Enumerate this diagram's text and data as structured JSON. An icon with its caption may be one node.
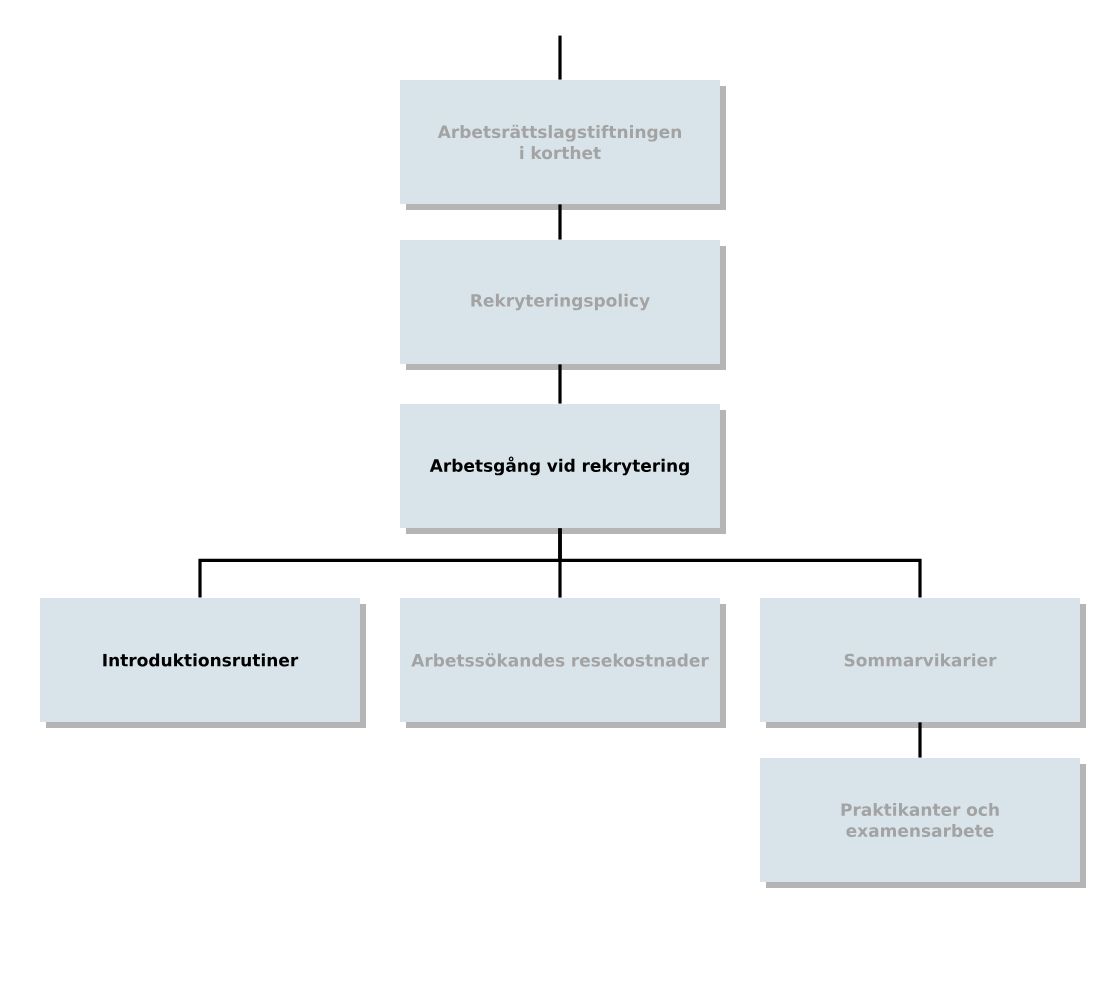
{
  "diagram": {
    "nodes": [
      {
        "text": [
          "Arbetsrättslagstiftningen i korthet"
        ]
      },
      {
        "text": [
          "Rekryteringspolicy"
        ]
      },
      {
        "text": [
          "Arbetsgång vid rekrytering"
        ]
      },
      {
        "text": [
          "Introduktionsrutiner"
        ]
      },
      {
        "text": [
          "Arbetssökandes resekostnader"
        ]
      },
      {
        "text": [
          "Sommarvikarier"
        ]
      },
      {
        "text": [
          "Praktikanter och examensarbete"
        ]
      }
    ],
    "edges": [
      {
        "from": null,
        "to": 0,
        "arrow": "none"
      },
      {
        "from": 0,
        "to": 1,
        "arrow": "none"
      },
      {
        "from": 1,
        "to": 2,
        "arrow": "none"
      },
      {
        "from": 2,
        "to": 3,
        "arrow": "none"
      },
      {
        "from": 2,
        "to": 4,
        "arrow": "none"
      },
      {
        "from": 2,
        "to": 5,
        "arrow": "none"
      },
      {
        "from": 5,
        "to": 6,
        "arrow": "none"
      }
    ]
  }
}
